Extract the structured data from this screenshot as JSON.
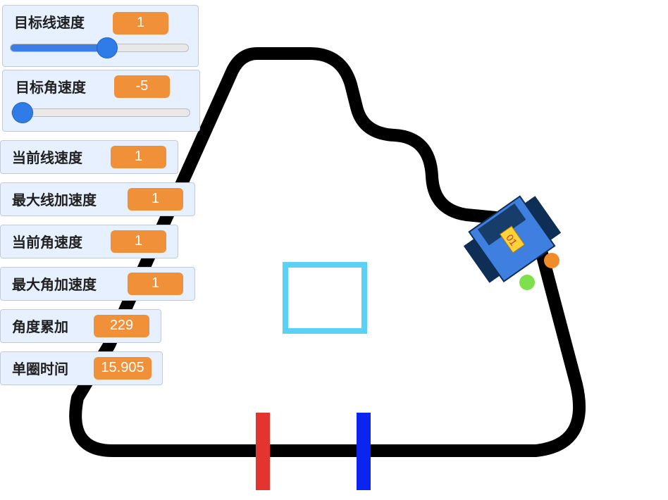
{
  "monitors": {
    "target_linear_speed": {
      "label": "目标线速度",
      "value": "1",
      "slider_fraction": 0.54
    },
    "target_angular_speed": {
      "label": "目标角速度",
      "value": "-5",
      "slider_fraction": 0.0
    },
    "current_linear_speed": {
      "label": "当前线速度",
      "value": "1"
    },
    "max_linear_accel": {
      "label": "最大线加速度",
      "value": "1"
    },
    "current_angular_speed": {
      "label": "当前角速度",
      "value": "1"
    },
    "max_angular_accel": {
      "label": "最大角加速度",
      "value": "1"
    },
    "angle_accumulated": {
      "label": "角度累加",
      "value": "229"
    },
    "lap_time": {
      "label": "单圈时间",
      "value": "15.905"
    }
  },
  "robot": {
    "badge": "01"
  },
  "colors": {
    "track": "#000000",
    "square": "#5bd1f5",
    "red_marker": "#e3342f",
    "blue_marker": "#0b24f0",
    "robot_body": "#3f7fe0",
    "robot_tracks": "#0e2e55",
    "badge": "#ffd23a",
    "sensor_orange": "#f08c2a",
    "sensor_green": "#7ee04a"
  }
}
